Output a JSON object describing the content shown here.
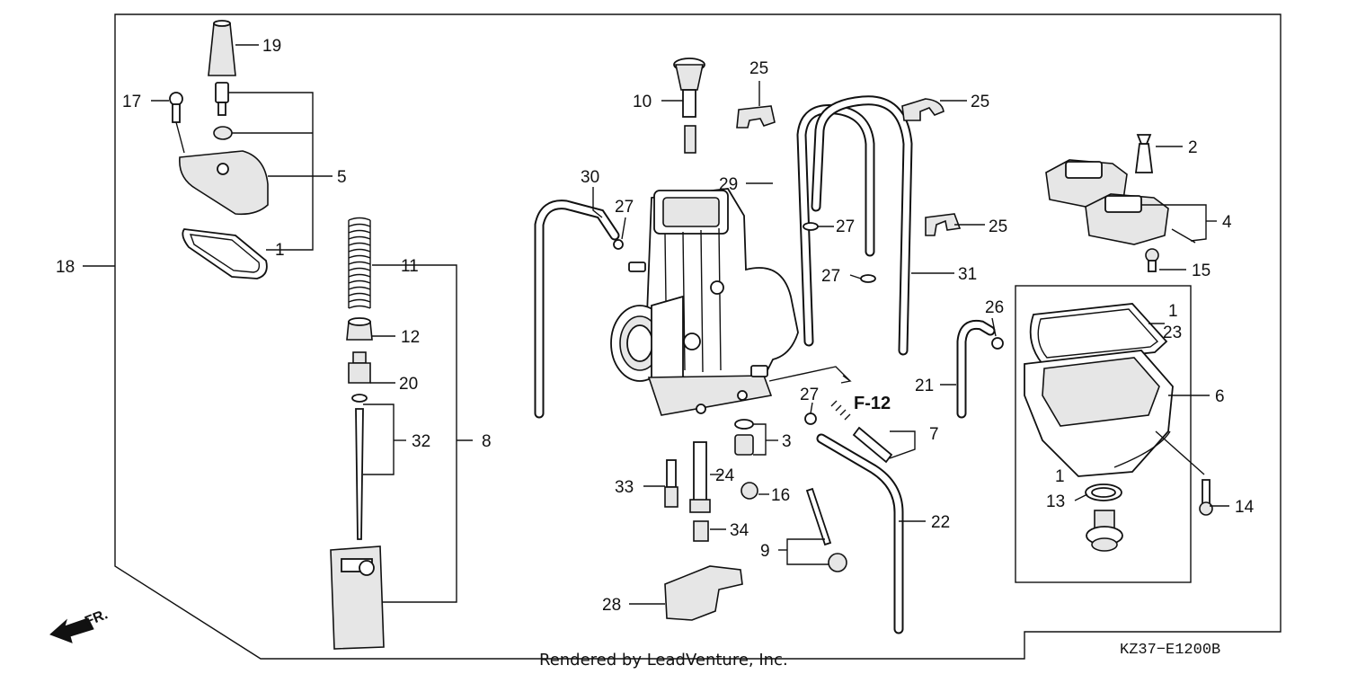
{
  "diagram": {
    "section_ref": "F-12",
    "drawing_code": "KZ37−E1200B",
    "credit": "Rendered by LeadVenture, Inc.",
    "front_indicator": "FR.",
    "callouts": {
      "c1a": "1",
      "c1b": "1",
      "c1c": "1",
      "c2": "2",
      "c3": "3",
      "c4": "4",
      "c5": "5",
      "c6": "6",
      "c7": "7",
      "c8": "8",
      "c9": "9",
      "c10": "10",
      "c11": "11",
      "c12": "12",
      "c13": "13",
      "c14": "14",
      "c15": "15",
      "c16": "16",
      "c17": "17",
      "c18": "18",
      "c19": "19",
      "c20": "20",
      "c21": "21",
      "c22": "22",
      "c23": "23",
      "c24": "24",
      "c25a": "25",
      "c25b": "25",
      "c25c": "25",
      "c26": "26",
      "c27a": "27",
      "c27b": "27",
      "c27c": "27",
      "c27d": "27",
      "c28": "28",
      "c29": "29",
      "c30": "30",
      "c31": "31",
      "c32": "32",
      "c33": "33",
      "c34": "34"
    }
  }
}
